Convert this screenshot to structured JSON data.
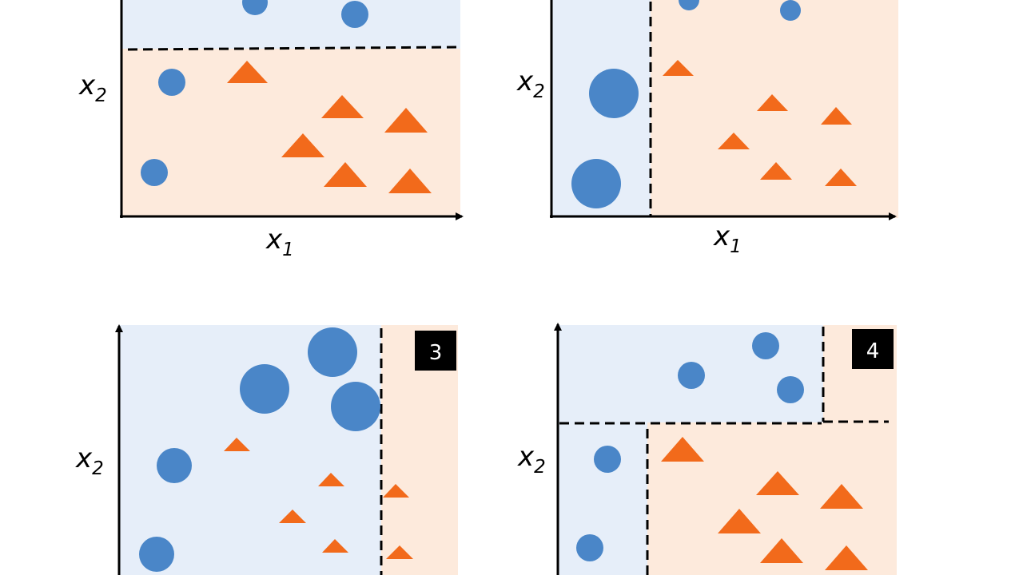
{
  "colors": {
    "circle_region": "#e6eef9",
    "triangle_region": "#fdeadc",
    "circle": "#4a86c8",
    "triangle": "#f26a1b",
    "axis": "#000000",
    "badge_bg": "#000000",
    "badge_text": "#ffffff"
  },
  "panels": [
    {
      "badge": "",
      "xlabel": {
        "main": "x",
        "sub": "1"
      },
      "ylabel": {
        "main": "x",
        "sub": "2"
      }
    },
    {
      "badge": "",
      "xlabel": {
        "main": "x",
        "sub": "1"
      },
      "ylabel": {
        "main": "x",
        "sub": "2"
      }
    },
    {
      "badge": "3",
      "xlabel": {
        "main": "",
        "sub": ""
      },
      "ylabel": {
        "main": "x",
        "sub": "2"
      }
    },
    {
      "badge": "4",
      "xlabel": {
        "main": "",
        "sub": ""
      },
      "ylabel": {
        "main": "x",
        "sub": "2"
      }
    }
  ]
}
